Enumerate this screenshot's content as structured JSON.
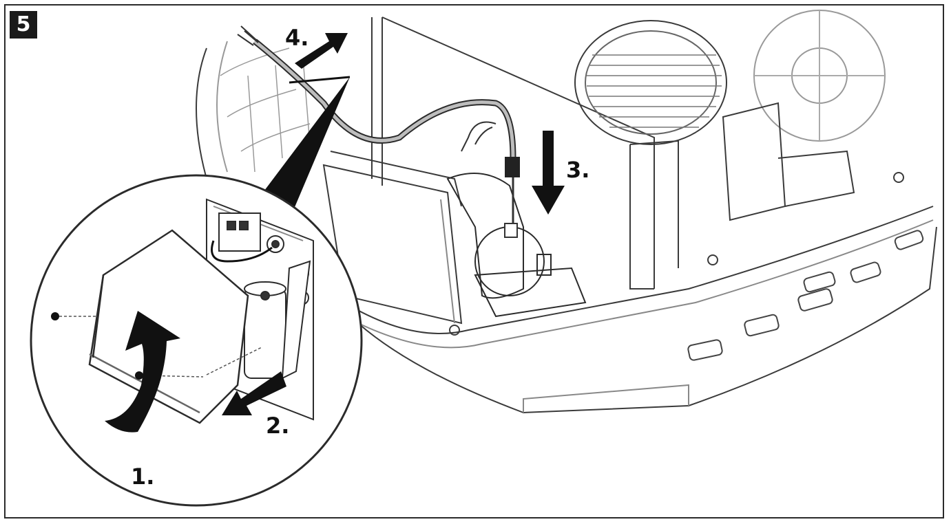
{
  "figure": {
    "badge_number": "5",
    "steps": [
      {
        "id": "step-1",
        "label": "1.",
        "description": "rotate-cover-arrow"
      },
      {
        "id": "step-2",
        "label": "2.",
        "description": "slide-out-arrow"
      },
      {
        "id": "step-3",
        "label": "3.",
        "description": "push-down-arrow"
      },
      {
        "id": "step-4",
        "label": "4.",
        "description": "pull-out-arrow"
      }
    ],
    "colors": {
      "outline": "#2b2b2b",
      "light_outline": "#9a9a9a",
      "fill_black": "#111111",
      "cable": "#8c8c8c"
    }
  }
}
